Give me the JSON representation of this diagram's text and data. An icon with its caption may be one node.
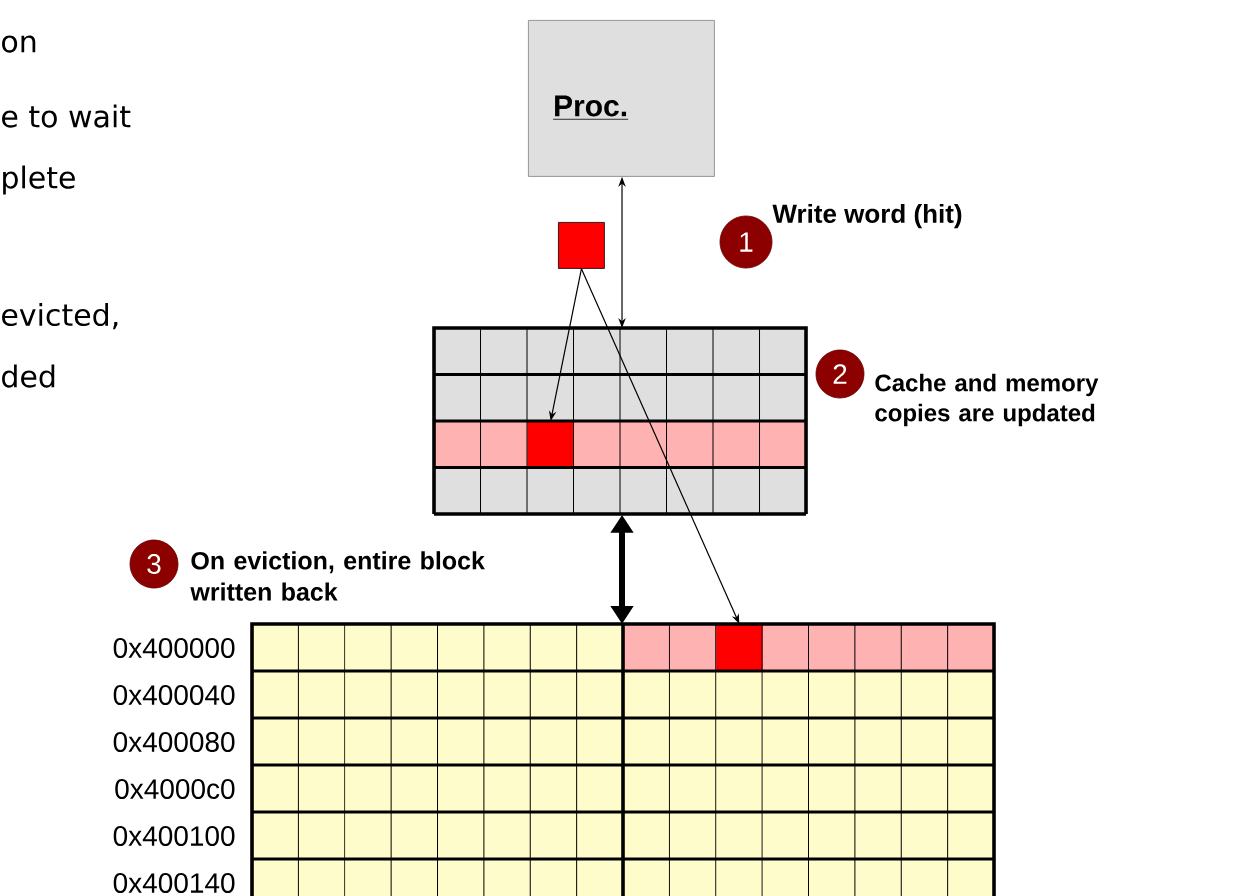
{
  "diagram": {
    "nodes": [
      {
        "text": [
          "Proc."
        ]
      },
      {
        "text": [
          "1"
        ],
        "beside": [
          "Write word (hit)"
        ]
      },
      {
        "text": [],
        "shape": "box"
      },
      {
        "text": [],
        "shape": "box"
      },
      {
        "text": [],
        "shape": "box",
        "in": 3
      },
      {
        "text": [
          "2"
        ],
        "beside": [
          "Cache and memory copies are updated"
        ]
      },
      {
        "text": [
          "3"
        ],
        "beside": [
          "On eviction, entire block written back"
        ]
      },
      {
        "text": [],
        "shape": "box"
      },
      {
        "text": [],
        "shape": "box",
        "in": 7
      }
    ],
    "edges": [
      {
        "from": 0,
        "to": 3,
        "arrow": "both"
      },
      {
        "from": 2,
        "to": 4,
        "arrow": "to"
      },
      {
        "from": 2,
        "to": 8,
        "arrow": "to"
      },
      {
        "from": 3,
        "to": 7,
        "arrow": "both",
        "style": "thick"
      }
    ],
    "labels": [
      "on",
      "e to wait",
      "plete",
      "evicted,",
      "ded",
      "0x400000",
      "0x400040",
      "0x400080",
      "0x4000c0",
      "0x400100",
      "0x400140"
    ]
  }
}
